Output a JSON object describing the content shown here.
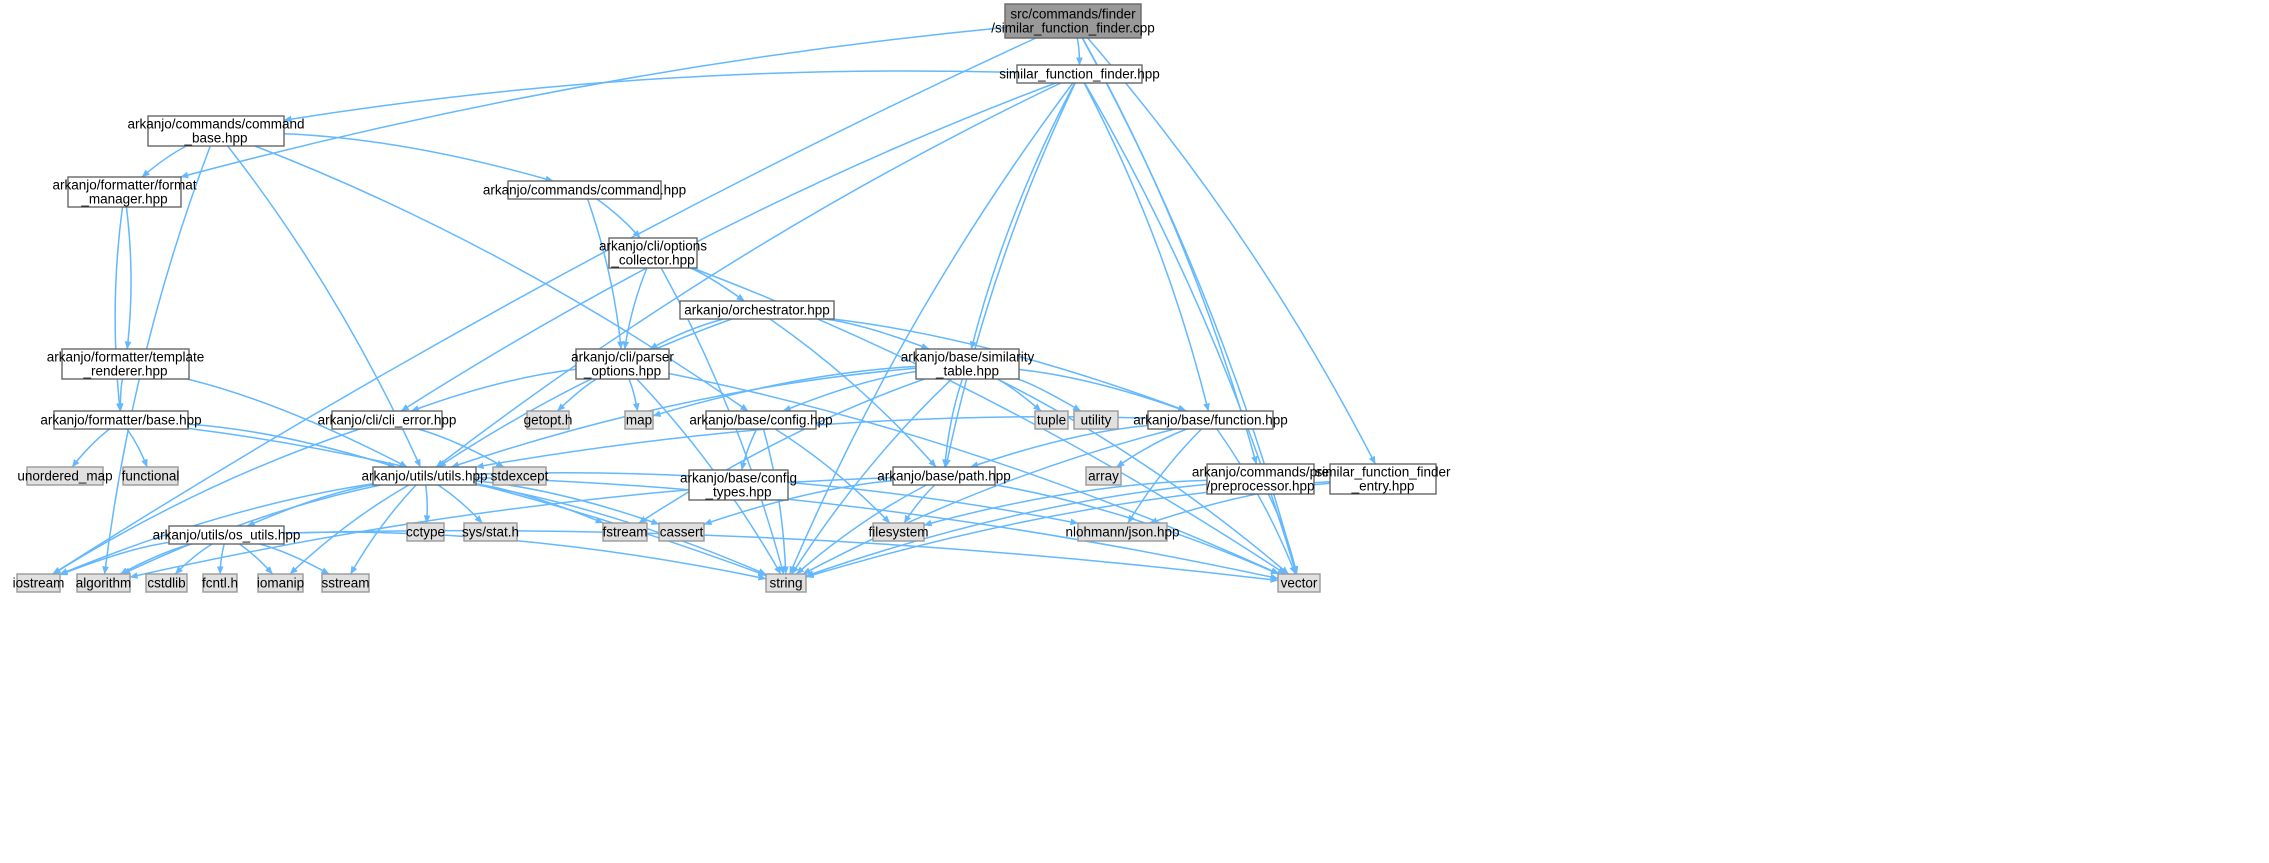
{
  "diagram": {
    "type": "include-dependency-graph",
    "colors": {
      "edge": "#63b8ff",
      "root_fill": "#999999",
      "root_stroke": "#666666",
      "file_fill": "#ffffff",
      "file_stroke": "#666666",
      "external_fill": "#e0e0e0",
      "external_stroke": "#999999"
    },
    "nodes": [
      {
        "id": "root",
        "kind": "root",
        "lines": [
          "src/commands/finder",
          "/similar_function_finder.cpp"
        ]
      },
      {
        "id": "sff",
        "kind": "file",
        "lines": [
          "similar_function_finder.hpp"
        ]
      },
      {
        "id": "cmdbase",
        "kind": "file",
        "lines": [
          "arkanjo/commands/command",
          "_base.hpp"
        ]
      },
      {
        "id": "fmtmgr",
        "kind": "file",
        "lines": [
          "arkanjo/formatter/format",
          "_manager.hpp"
        ]
      },
      {
        "id": "command",
        "kind": "file",
        "lines": [
          "arkanjo/commands/command.hpp"
        ]
      },
      {
        "id": "optcol",
        "kind": "file",
        "lines": [
          "arkanjo/cli/options",
          "_collector.hpp"
        ]
      },
      {
        "id": "orch",
        "kind": "file",
        "lines": [
          "arkanjo/orchestrator.hpp"
        ]
      },
      {
        "id": "tmplr",
        "kind": "file",
        "lines": [
          "arkanjo/formatter/template",
          "_renderer.hpp"
        ]
      },
      {
        "id": "parser",
        "kind": "file",
        "lines": [
          "arkanjo/cli/parser",
          "_options.hpp"
        ]
      },
      {
        "id": "simtab",
        "kind": "file",
        "lines": [
          "arkanjo/base/similarity",
          "_table.hpp"
        ]
      },
      {
        "id": "fmtbase",
        "kind": "file",
        "lines": [
          "arkanjo/formatter/base.hpp"
        ]
      },
      {
        "id": "clierr",
        "kind": "file",
        "lines": [
          "arkanjo/cli/cli_error.hpp"
        ]
      },
      {
        "id": "getopt",
        "kind": "external",
        "lines": [
          "getopt.h"
        ]
      },
      {
        "id": "map",
        "kind": "external",
        "lines": [
          "map"
        ]
      },
      {
        "id": "config",
        "kind": "file",
        "lines": [
          "arkanjo/base/config.hpp"
        ]
      },
      {
        "id": "tuple",
        "kind": "external",
        "lines": [
          "tuple"
        ]
      },
      {
        "id": "utility",
        "kind": "external",
        "lines": [
          "utility"
        ]
      },
      {
        "id": "function",
        "kind": "file",
        "lines": [
          "arkanjo/base/function.hpp"
        ]
      },
      {
        "id": "unmap",
        "kind": "external",
        "lines": [
          "unordered_map"
        ]
      },
      {
        "id": "functional",
        "kind": "external",
        "lines": [
          "functional"
        ]
      },
      {
        "id": "utils",
        "kind": "file",
        "lines": [
          "arkanjo/utils/utils.hpp"
        ]
      },
      {
        "id": "stdexcept",
        "kind": "external",
        "lines": [
          "stdexcept"
        ]
      },
      {
        "id": "cfgtypes",
        "kind": "file",
        "lines": [
          "arkanjo/base/config",
          "_types.hpp"
        ]
      },
      {
        "id": "path",
        "kind": "file",
        "lines": [
          "arkanjo/base/path.hpp"
        ]
      },
      {
        "id": "array",
        "kind": "external",
        "lines": [
          "array"
        ]
      },
      {
        "id": "preproc",
        "kind": "file",
        "lines": [
          "arkanjo/commands/pre",
          "/preprocessor.hpp"
        ]
      },
      {
        "id": "sffentry",
        "kind": "file",
        "lines": [
          "similar_function_finder",
          "_entry.hpp"
        ]
      },
      {
        "id": "osutils",
        "kind": "file",
        "lines": [
          "arkanjo/utils/os_utils.hpp"
        ]
      },
      {
        "id": "cctype",
        "kind": "external",
        "lines": [
          "cctype"
        ]
      },
      {
        "id": "sysstat",
        "kind": "external",
        "lines": [
          "sys/stat.h"
        ]
      },
      {
        "id": "fstream",
        "kind": "external",
        "lines": [
          "fstream"
        ]
      },
      {
        "id": "cassert",
        "kind": "external",
        "lines": [
          "cassert"
        ]
      },
      {
        "id": "filesystem",
        "kind": "external",
        "lines": [
          "filesystem"
        ]
      },
      {
        "id": "json",
        "kind": "external",
        "lines": [
          "nlohmann/json.hpp"
        ]
      },
      {
        "id": "iostream",
        "kind": "external",
        "lines": [
          "iostream"
        ]
      },
      {
        "id": "algorithm",
        "kind": "external",
        "lines": [
          "algorithm"
        ]
      },
      {
        "id": "cstdlib",
        "kind": "external",
        "lines": [
          "cstdlib"
        ]
      },
      {
        "id": "fcntl",
        "kind": "external",
        "lines": [
          "fcntl.h"
        ]
      },
      {
        "id": "iomanip",
        "kind": "external",
        "lines": [
          "iomanip"
        ]
      },
      {
        "id": "sstream",
        "kind": "external",
        "lines": [
          "sstream"
        ]
      },
      {
        "id": "string",
        "kind": "external",
        "lines": [
          "string"
        ]
      },
      {
        "id": "vector",
        "kind": "external",
        "lines": [
          "vector"
        ]
      }
    ],
    "edges": [
      [
        "root",
        "sff"
      ],
      [
        "root",
        "fmtmgr"
      ],
      [
        "root",
        "iostream"
      ],
      [
        "root",
        "vector"
      ],
      [
        "root",
        "preproc"
      ],
      [
        "root",
        "sffentry"
      ],
      [
        "sff",
        "cmdbase"
      ],
      [
        "sff",
        "utils"
      ],
      [
        "sff",
        "clierr"
      ],
      [
        "sff",
        "simtab"
      ],
      [
        "sff",
        "function"
      ],
      [
        "sff",
        "path"
      ],
      [
        "sff",
        "string"
      ],
      [
        "sff",
        "vector"
      ],
      [
        "cmdbase",
        "fmtmgr"
      ],
      [
        "cmdbase",
        "command"
      ],
      [
        "cmdbase",
        "config"
      ],
      [
        "cmdbase",
        "utils"
      ],
      [
        "cmdbase",
        "algorithm"
      ],
      [
        "fmtmgr",
        "tmplr"
      ],
      [
        "fmtmgr",
        "fmtbase"
      ],
      [
        "command",
        "optcol"
      ],
      [
        "command",
        "parser"
      ],
      [
        "optcol",
        "orch"
      ],
      [
        "optcol",
        "parser"
      ],
      [
        "optcol",
        "string"
      ],
      [
        "optcol",
        "vector"
      ],
      [
        "orch",
        "parser"
      ],
      [
        "orch",
        "simtab"
      ],
      [
        "orch",
        "function"
      ],
      [
        "orch",
        "path"
      ],
      [
        "orch",
        "utils"
      ],
      [
        "tmplr",
        "fmtbase"
      ],
      [
        "tmplr",
        "utils"
      ],
      [
        "parser",
        "clierr"
      ],
      [
        "parser",
        "getopt"
      ],
      [
        "parser",
        "map"
      ],
      [
        "parser",
        "string"
      ],
      [
        "parser",
        "vector"
      ],
      [
        "simtab",
        "config"
      ],
      [
        "simtab",
        "function"
      ],
      [
        "simtab",
        "path"
      ],
      [
        "simtab",
        "utils"
      ],
      [
        "simtab",
        "map"
      ],
      [
        "simtab",
        "tuple"
      ],
      [
        "simtab",
        "utility"
      ],
      [
        "simtab",
        "string"
      ],
      [
        "simtab",
        "vector"
      ],
      [
        "simtab",
        "fstream"
      ],
      [
        "fmtbase",
        "unmap"
      ],
      [
        "fmtbase",
        "functional"
      ],
      [
        "fmtbase",
        "utils"
      ],
      [
        "fmtbase",
        "string"
      ],
      [
        "clierr",
        "stdexcept"
      ],
      [
        "clierr",
        "iostream"
      ],
      [
        "config",
        "cfgtypes"
      ],
      [
        "config",
        "filesystem"
      ],
      [
        "config",
        "string"
      ],
      [
        "function",
        "path"
      ],
      [
        "function",
        "utils"
      ],
      [
        "function",
        "array"
      ],
      [
        "function",
        "json"
      ],
      [
        "function",
        "string"
      ],
      [
        "function",
        "vector"
      ],
      [
        "utils",
        "osutils"
      ],
      [
        "utils",
        "cctype"
      ],
      [
        "utils",
        "sysstat"
      ],
      [
        "utils",
        "fstream"
      ],
      [
        "utils",
        "cassert"
      ],
      [
        "utils",
        "json"
      ],
      [
        "utils",
        "iostream"
      ],
      [
        "utils",
        "iomanip"
      ],
      [
        "utils",
        "sstream"
      ],
      [
        "utils",
        "string"
      ],
      [
        "utils",
        "vector"
      ],
      [
        "utils",
        "algorithm"
      ],
      [
        "path",
        "filesystem"
      ],
      [
        "path",
        "cassert"
      ],
      [
        "path",
        "string"
      ],
      [
        "path",
        "vector"
      ],
      [
        "path",
        "algorithm"
      ],
      [
        "preproc",
        "filesystem"
      ],
      [
        "preproc",
        "string"
      ],
      [
        "preproc",
        "vector"
      ],
      [
        "sffentry",
        "json"
      ],
      [
        "sffentry",
        "string"
      ],
      [
        "osutils",
        "iostream"
      ],
      [
        "osutils",
        "algorithm"
      ],
      [
        "osutils",
        "cstdlib"
      ],
      [
        "osutils",
        "fcntl"
      ],
      [
        "osutils",
        "iomanip"
      ],
      [
        "osutils",
        "sstream"
      ],
      [
        "osutils",
        "string"
      ],
      [
        "osutils",
        "vector"
      ]
    ]
  }
}
